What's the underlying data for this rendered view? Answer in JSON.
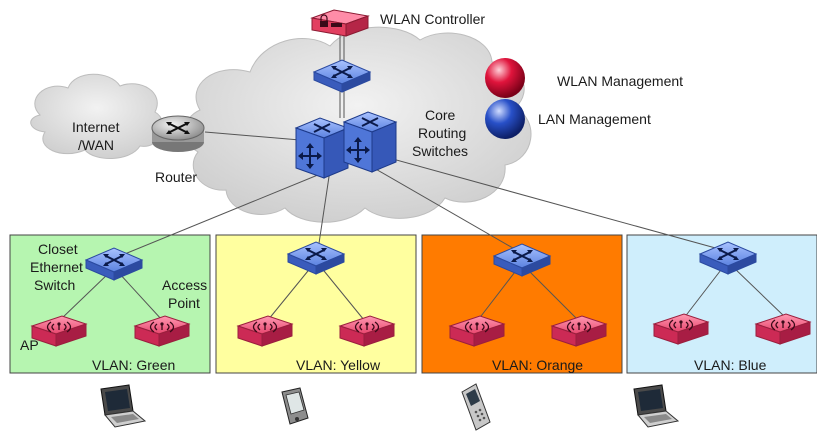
{
  "labels": {
    "wlan_controller": "WLAN Controller",
    "wlan_management": "WLAN Management",
    "lan_management": "LAN Management",
    "internet_line1": "Internet",
    "internet_line2": "/WAN",
    "router": "Router",
    "core_line1": "Core",
    "core_line2": "Routing",
    "core_line3": "Switches",
    "closet_line1": "Closet",
    "closet_line2": "Ethernet",
    "closet_line3": "Switch",
    "access_line1": "Access",
    "access_line2": "Point",
    "ap": "AP"
  },
  "vlans": [
    {
      "label": "VLAN: Green",
      "color": "#b6f5b0"
    },
    {
      "label": "VLAN: Yellow",
      "color": "#ffff9f"
    },
    {
      "label": "VLAN: Orange",
      "color": "#ff7b00"
    },
    {
      "label": "VLAN: Blue",
      "color": "#cfeefc"
    }
  ],
  "colors": {
    "switch_blue": "#5b82e0",
    "ap_pink": "#e8466e",
    "controller_pink": "#e23f60",
    "cloud_gray": "#dcdcdc",
    "wlan_ball": "#e0143c",
    "lan_ball": "#2850c8"
  },
  "icons": {
    "devices": [
      "laptop-icon",
      "pda-icon",
      "mobile-phone-icon",
      "laptop-icon"
    ]
  }
}
